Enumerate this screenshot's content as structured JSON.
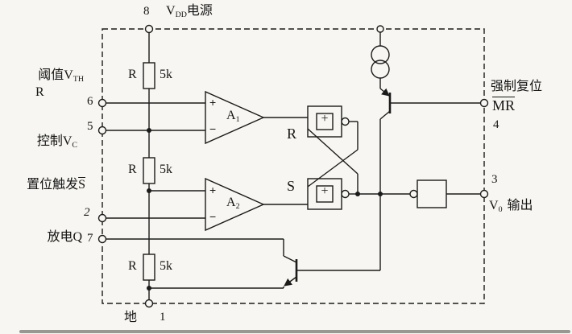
{
  "colors": {
    "ink": "#1b1b1b",
    "paper": "#f7f6f2"
  },
  "pins": {
    "p8": {
      "number": "8",
      "main": "V",
      "sub": "DD",
      "rest": "电源"
    },
    "p6": {
      "number": "6",
      "main": "阈值V",
      "sub": "TH",
      "line2": "R"
    },
    "p5": {
      "number": "5",
      "main": "控制V",
      "sub": "C"
    },
    "p2": {
      "number": "2",
      "main": "置位触发",
      "over": "S"
    },
    "p7": {
      "number": "7",
      "label": "放电Q"
    },
    "p1": {
      "number": "1",
      "label": "地"
    },
    "p4": {
      "number": "4",
      "line1": "强制复位",
      "over": "MR"
    },
    "p3": {
      "number": "3",
      "main": "V",
      "sub": "0",
      "rest": "输出"
    }
  },
  "resistors": [
    {
      "name": "R",
      "value": "5k"
    },
    {
      "name": "R",
      "value": "5k"
    },
    {
      "name": "R",
      "value": "5k"
    }
  ],
  "comparators": [
    {
      "name": "A",
      "sub": "1",
      "plus": "+",
      "minus": "−"
    },
    {
      "name": "A",
      "sub": "2",
      "plus": "+",
      "minus": "−"
    }
  ],
  "latch": {
    "r_input": "R",
    "s_input": "S",
    "gate1_symbol": "+",
    "gate2_symbol": "+"
  }
}
